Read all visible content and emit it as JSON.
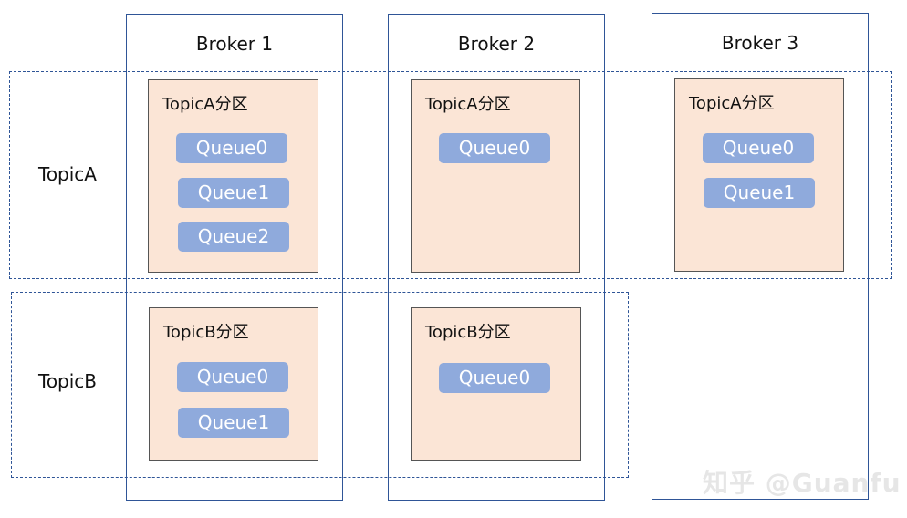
{
  "brokers": [
    {
      "title": "Broker 1"
    },
    {
      "title": "Broker 2"
    },
    {
      "title": "Broker 3"
    }
  ],
  "topics": [
    {
      "label": "TopicA"
    },
    {
      "label": "TopicB"
    }
  ],
  "partitions": [
    {
      "title": "TopicA分区",
      "queues": [
        "Queue0",
        "Queue1",
        "Queue2"
      ]
    },
    {
      "title": "TopicA分区",
      "queues": [
        "Queue0"
      ]
    },
    {
      "title": "TopicA分区",
      "queues": [
        "Queue0",
        "Queue1"
      ]
    },
    {
      "title": "TopicB分区",
      "queues": [
        "Queue0",
        "Queue1"
      ]
    },
    {
      "title": "TopicB分区",
      "queues": [
        "Queue0"
      ]
    }
  ],
  "watermark": "知乎 @Guanfu",
  "colors": {
    "border": "#2f5597",
    "partition_fill": "#fbe5d6",
    "queue_fill": "#8faadc",
    "queue_text": "#ffffff"
  }
}
